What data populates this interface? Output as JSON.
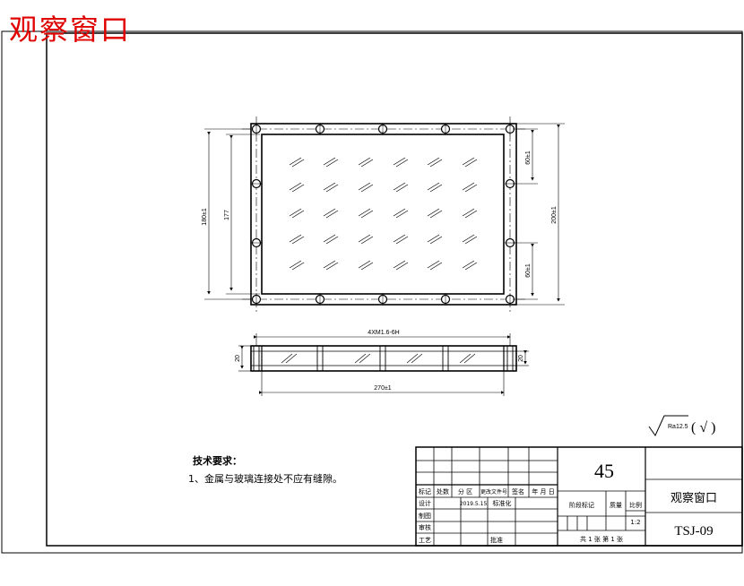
{
  "page_title": "观察窗口",
  "dimensions": {
    "total_height": "180±1",
    "inner_height": "177",
    "top_pitch": "60±1",
    "bottom_pitch": "60±1",
    "right_height": "200±1",
    "hole_spec": "4XM1.6-6H",
    "thickness_left": "20",
    "thickness_right": "20",
    "total_width": "270±1"
  },
  "roughness": {
    "value": "Ra12.5",
    "note": "( √ )"
  },
  "tech_notes": {
    "title": "技术要求：",
    "items": [
      "1、金属与玻璃连接处不应有缝隙。"
    ]
  },
  "title_block": {
    "header": [
      "标记",
      "处数",
      "分 区",
      "更改文件号",
      "签名",
      "年 月 日"
    ],
    "design_label": "设计",
    "design_date": "2019.5.15",
    "design_std": "标准化",
    "rows": [
      "制图",
      "审核",
      "工艺"
    ],
    "approve": "批准",
    "material": "45",
    "stage_label": "阶段标记",
    "weight_label": "质量",
    "scale_label": "比例",
    "scale_value": "1:2",
    "sheet_info": "共 1 张  第 1 张",
    "part_name": "观察窗口",
    "drawing_no": "TSJ-09"
  }
}
